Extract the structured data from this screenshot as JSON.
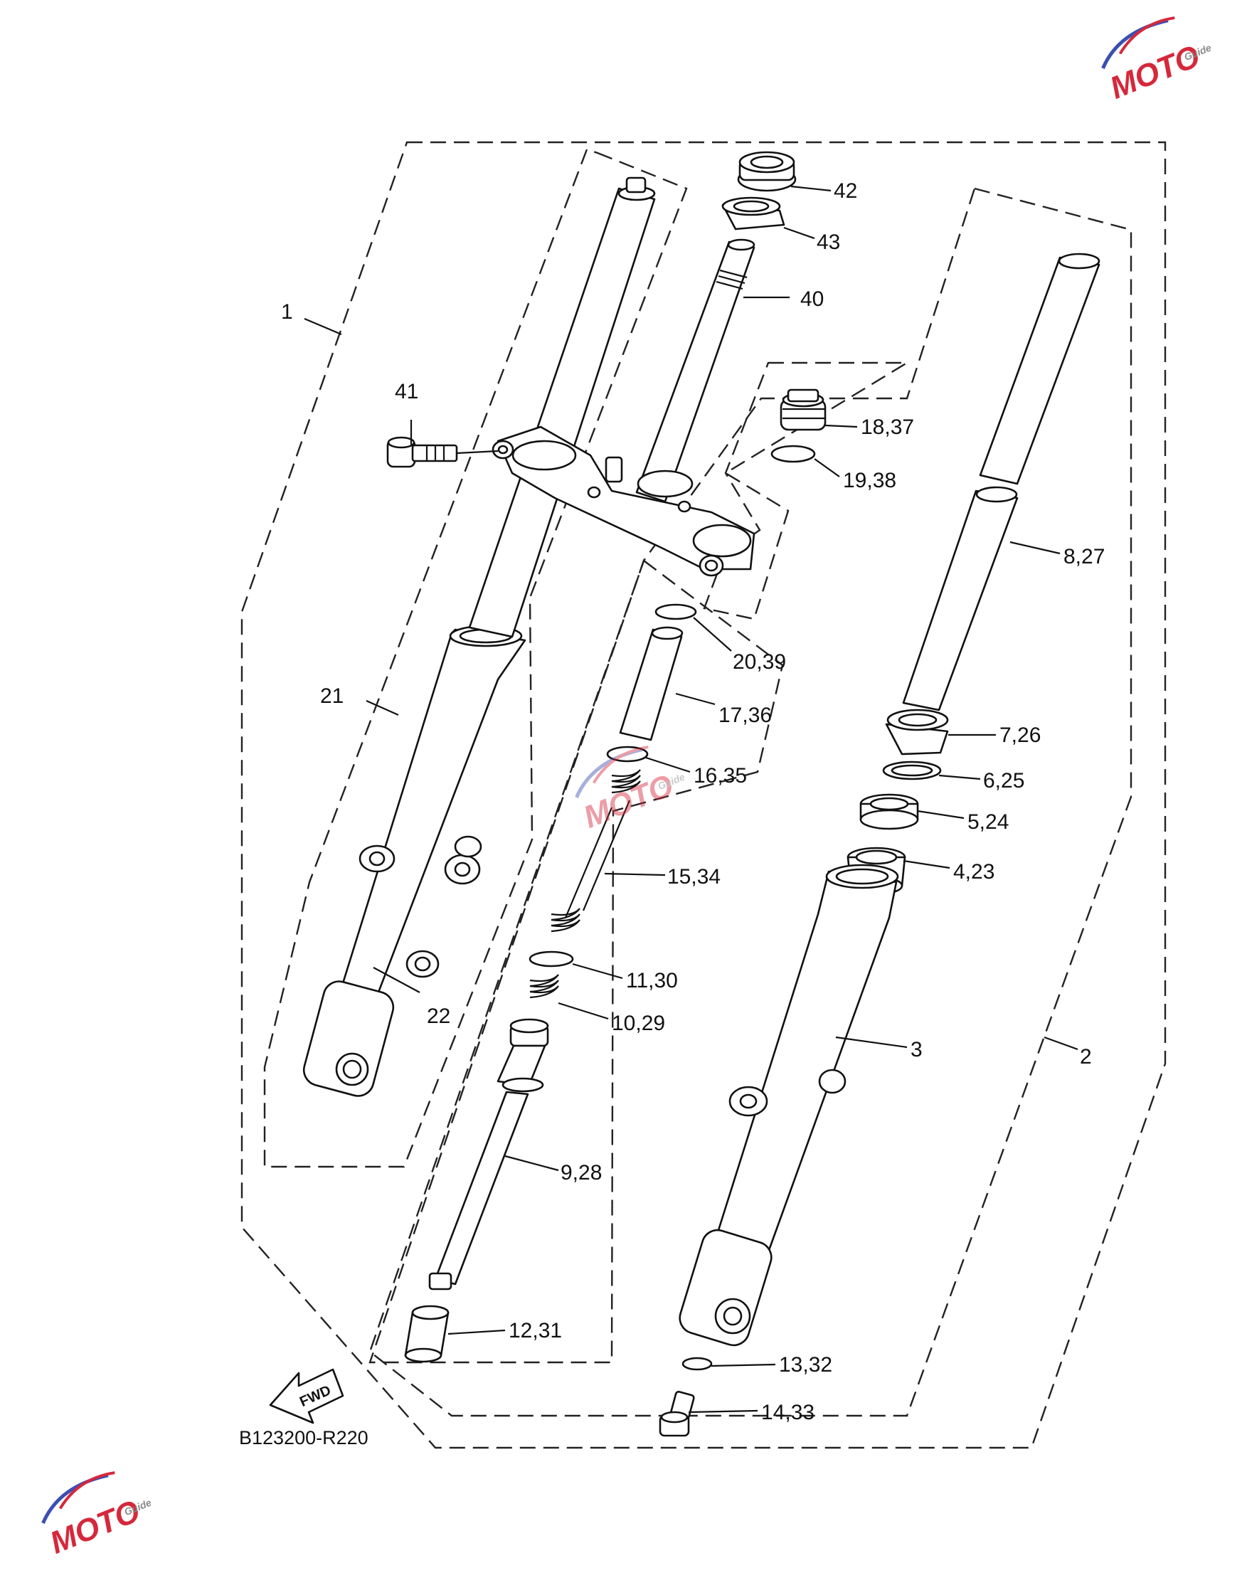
{
  "diagram": {
    "code": "B123200-R220",
    "fwd_label": "FWD",
    "callouts": {
      "c1": "1",
      "c2": "2",
      "c3": "3",
      "c4_23": "4,23",
      "c5_24": "5,24",
      "c6_25": "6,25",
      "c7_26": "7,26",
      "c8_27": "8,27",
      "c9_28": "9,28",
      "c10_29": "10,29",
      "c11_30": "11,30",
      "c12_31": "12,31",
      "c13_32": "13,32",
      "c14_33": "14,33",
      "c15_34": "15,34",
      "c16_35": "16,35",
      "c17_36": "17,36",
      "c18_37": "18,37",
      "c19_38": "19,38",
      "c20_39": "20,39",
      "c21": "21",
      "c22": "22",
      "c40": "40",
      "c41": "41",
      "c42": "42",
      "c43": "43"
    }
  },
  "watermark": {
    "text": "MOTO",
    "subtext": "Guide",
    "colors": {
      "red": "#d6283b",
      "blue": "#3b4fb3",
      "gray": "#8a8a8a"
    }
  }
}
